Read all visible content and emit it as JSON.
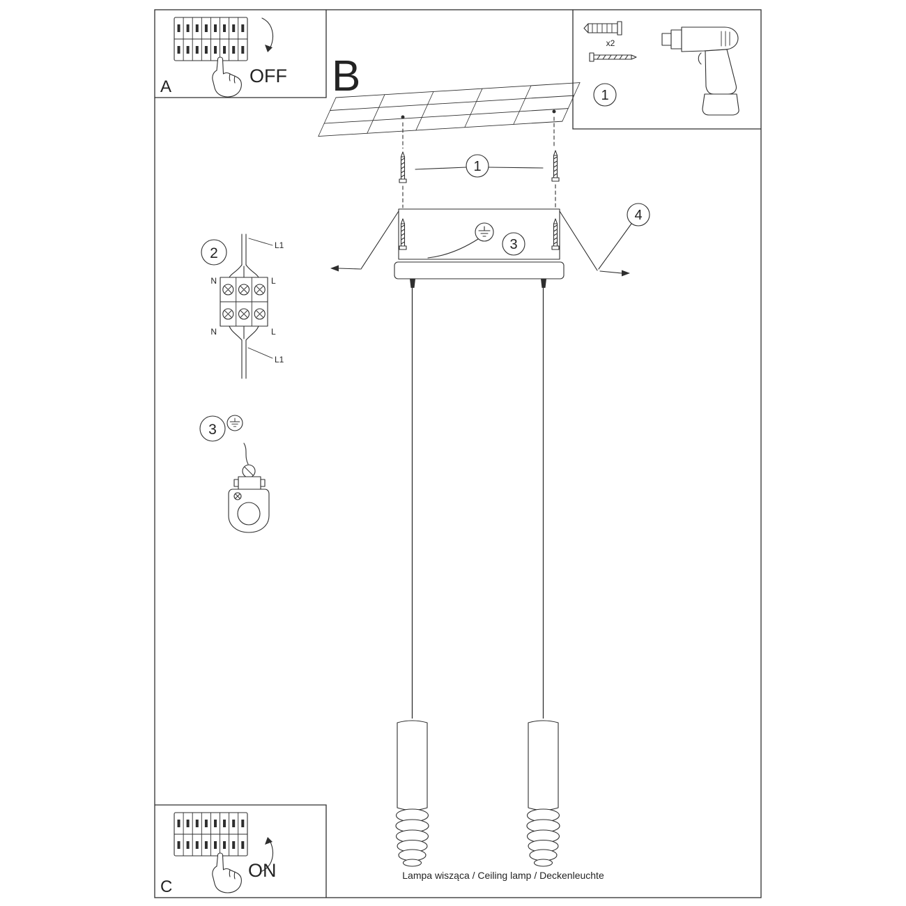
{
  "caption": "Lampa wisząca / Ceiling lamp / Deckenleuchte",
  "sections": {
    "a": {
      "label": "A",
      "action": "OFF"
    },
    "b": {
      "label": "B"
    },
    "c": {
      "label": "C",
      "action": "ON"
    }
  },
  "hardware": {
    "step": "1",
    "anchor_qty": "x2"
  },
  "callouts": {
    "screws": "1",
    "wiring": "2",
    "ground_canopy": "3",
    "ground_detail": "3",
    "cover": "4"
  },
  "wiring_labels": {
    "top_line": "L1",
    "top_neutral": "N",
    "top_live": "L",
    "bottom_neutral": "N",
    "bottom_live": "L",
    "bottom_line": "L1"
  }
}
